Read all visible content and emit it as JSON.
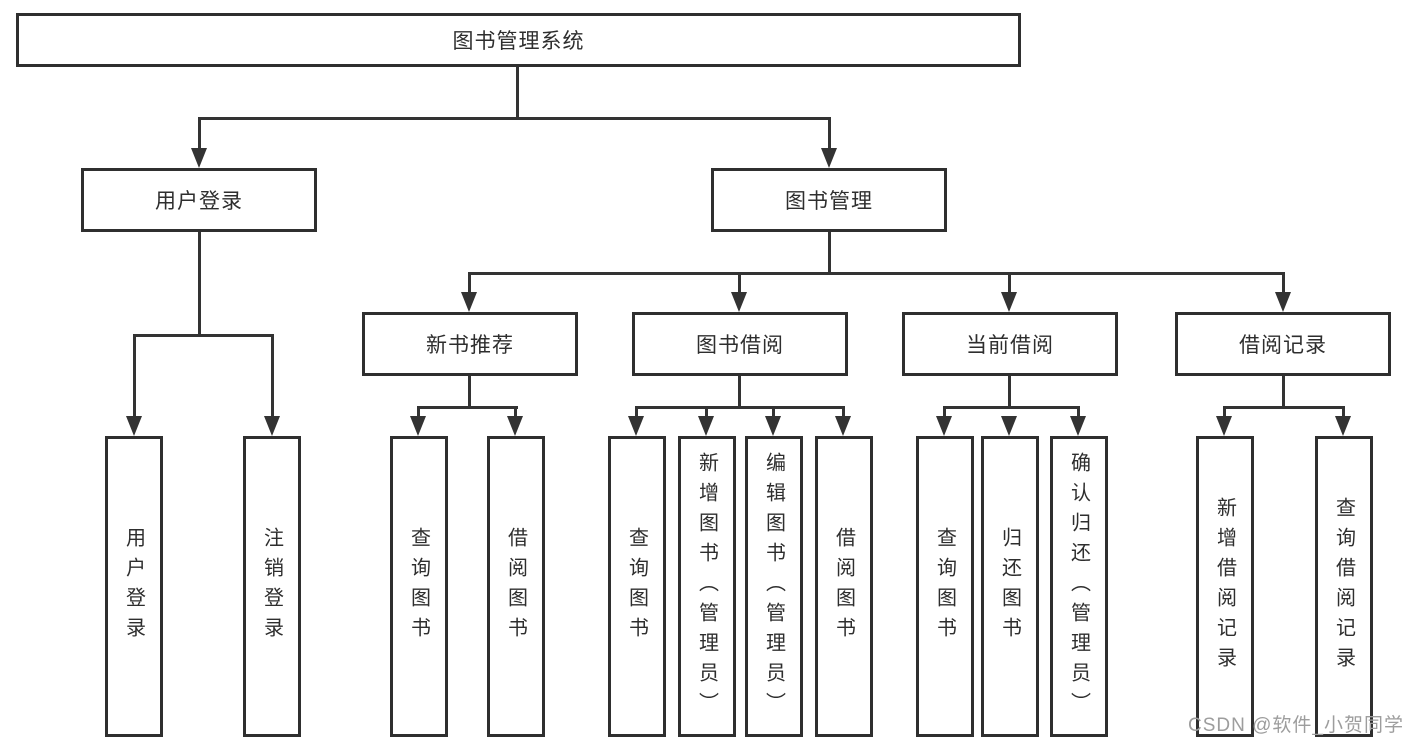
{
  "diagram": {
    "root": {
      "label": "图书管理系统"
    },
    "level2": [
      {
        "label": "用户登录"
      },
      {
        "label": "图书管理"
      }
    ],
    "level3": [
      {
        "label": "新书推荐"
      },
      {
        "label": "图书借阅"
      },
      {
        "label": "当前借阅"
      },
      {
        "label": "借阅记录"
      }
    ],
    "leaves": [
      {
        "label": "用户登录"
      },
      {
        "label": "注销登录"
      },
      {
        "label": "查询图书"
      },
      {
        "label": "借阅图书"
      },
      {
        "label": "查询图书"
      },
      {
        "label": "新增图书（管理员）"
      },
      {
        "label": "编辑图书（管理员）"
      },
      {
        "label": "借阅图书"
      },
      {
        "label": "查询图书"
      },
      {
        "label": "归还图书"
      },
      {
        "label": "确认归还（管理员）"
      },
      {
        "label": "新增借阅记录"
      },
      {
        "label": "查询借阅记录"
      }
    ],
    "colors": {
      "line": "#333333",
      "border": "#2f2f2f",
      "text": "#2e2e2e",
      "background": "#ffffff",
      "watermark": "#9d9d9d"
    },
    "watermark": "CSDN @软件_小贺同学"
  }
}
